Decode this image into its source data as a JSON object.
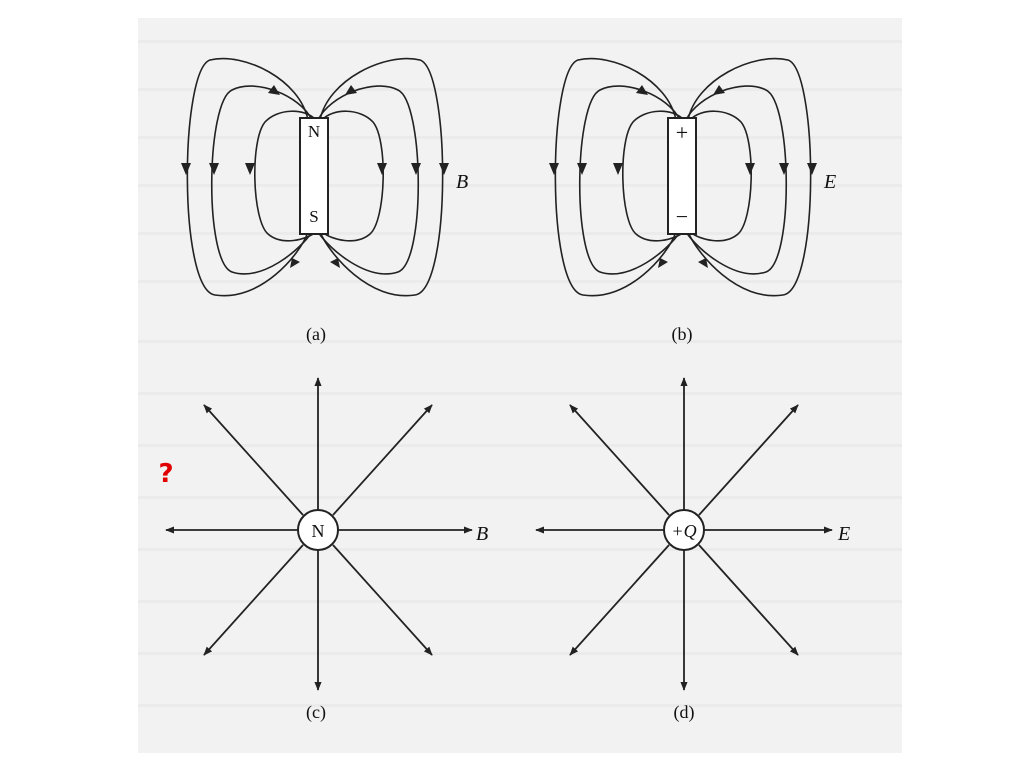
{
  "diagrams": {
    "a": {
      "caption": "(a)",
      "pole_top": "N",
      "pole_bottom": "S",
      "field_symbol": "B"
    },
    "b": {
      "caption": "(b)",
      "pole_top": "+",
      "pole_bottom": "−",
      "field_symbol": "E"
    },
    "c": {
      "caption": "(c)",
      "center": "N",
      "field_symbol": "B"
    },
    "d": {
      "caption": "(d)",
      "center": "+Q",
      "field_symbol": "E"
    }
  },
  "annotation": {
    "question_mark": "?",
    "color": "#e00000"
  }
}
